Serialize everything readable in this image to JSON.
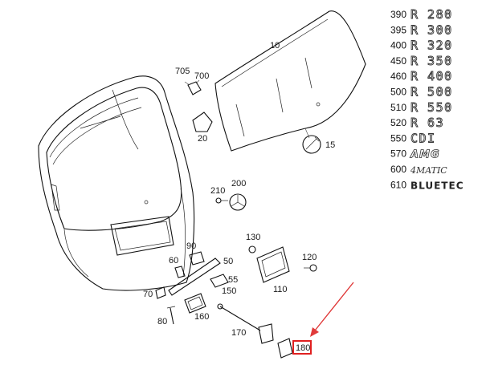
{
  "parts": {
    "p10": "10",
    "p15": "15",
    "p20": "20",
    "p50": "50",
    "p55": "55",
    "p60": "60",
    "p70": "70",
    "p80": "80",
    "p90": "90",
    "p110": "110",
    "p120": "120",
    "p130": "130",
    "p150": "150",
    "p160": "160",
    "p170": "170",
    "p180": "180",
    "p200": "200",
    "p210": "210",
    "p700": "700",
    "p705": "705"
  },
  "badges": [
    {
      "code": "390",
      "model": "R 280"
    },
    {
      "code": "395",
      "model": "R 300"
    },
    {
      "code": "400",
      "model": "R 320"
    },
    {
      "code": "450",
      "model": "R 350"
    },
    {
      "code": "460",
      "model": "R 400"
    },
    {
      "code": "500",
      "model": "R 500"
    },
    {
      "code": "510",
      "model": "R 550"
    },
    {
      "code": "520",
      "model": "R 63"
    },
    {
      "code": "550",
      "model": "CDI"
    },
    {
      "code": "570",
      "model": "AMG"
    },
    {
      "code": "600",
      "model": "4MATIC"
    },
    {
      "code": "610",
      "model": "BLUETEC"
    }
  ],
  "highlight_color": "#e02020",
  "arrow_color": "#e03a3a"
}
